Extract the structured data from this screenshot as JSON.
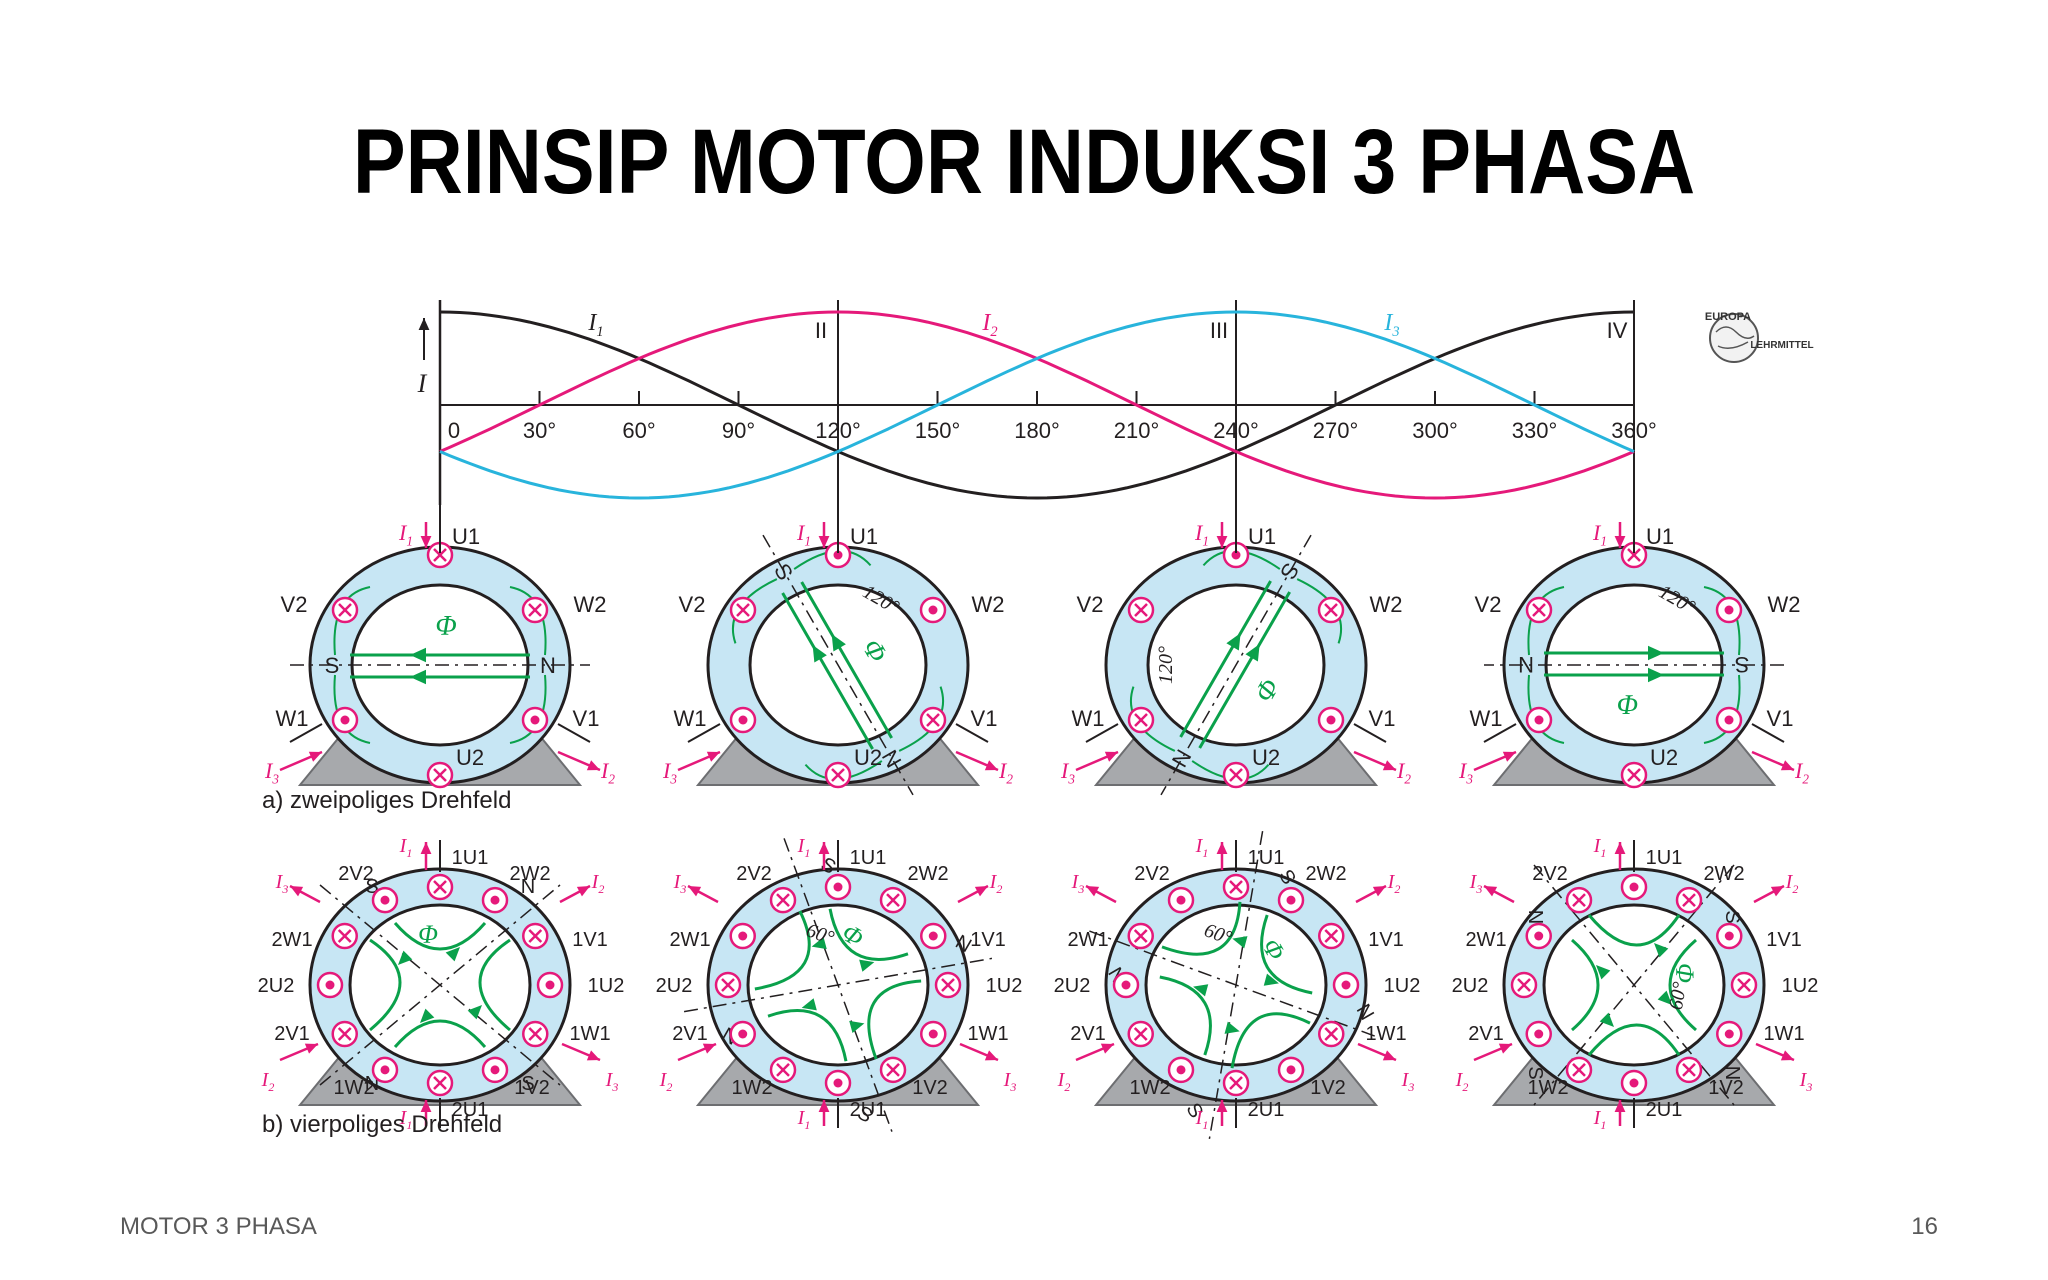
{
  "title": "PRINSIP MOTOR INDUKSI 3 PHASA",
  "footer": {
    "left": "MOTOR 3 PHASA",
    "right": "16"
  },
  "colors": {
    "black": "#231f20",
    "magenta": "#e5197a",
    "cyan": "#28b4dc",
    "ring": "#c7e6f4",
    "green": "#0aa14b",
    "base": "#a7a9ac"
  },
  "waveform": {
    "y_axis_label": "I",
    "degree_ticks": [
      "0",
      "30°",
      "60°",
      "90°",
      "120°",
      "150°",
      "180°",
      "210°",
      "240°",
      "270°",
      "300°",
      "330°",
      "360°"
    ],
    "roman_markers": [
      "II",
      "III",
      "IV"
    ],
    "curve_labels": [
      "I1",
      "I2",
      "I3"
    ]
  },
  "logo": {
    "top": "EUROPA",
    "bottom": "LEHRMITTEL"
  },
  "two_pole": {
    "caption": "a) zweipoliges Drehfeld",
    "terminals": [
      "U1",
      "V2",
      "W2",
      "W1",
      "V1",
      "U2"
    ],
    "currents": [
      "I1",
      "I2",
      "I3"
    ],
    "angles": [
      "120°",
      "120°",
      "120°"
    ],
    "flux": "Φ",
    "poles": [
      "N",
      "S"
    ]
  },
  "four_pole": {
    "caption": "b) vierpoliges Drehfeld",
    "terminals": [
      "1U1",
      "2V2",
      "2W2",
      "2W1",
      "1V1",
      "2U2",
      "1U2",
      "2V1",
      "1W1",
      "1W2",
      "2U1",
      "1V2"
    ],
    "currents": [
      "I1",
      "I2",
      "I3"
    ],
    "angles": [
      "60°",
      "60°",
      "60°"
    ],
    "flux": "Φ",
    "poles": [
      "N",
      "S"
    ]
  }
}
